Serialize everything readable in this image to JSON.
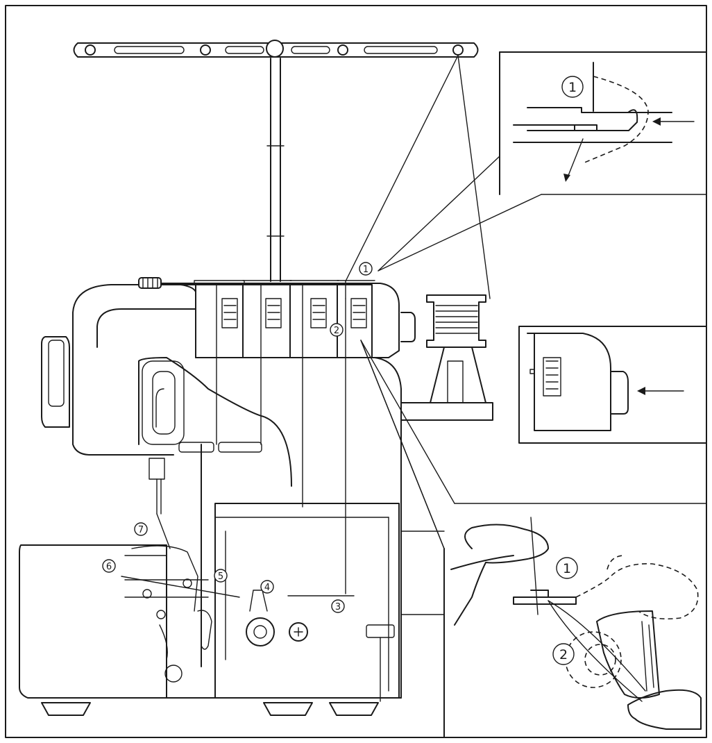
{
  "markers": {
    "m1": "1",
    "m2": "2",
    "m3": "3",
    "m4": "4",
    "m5": "5",
    "m6": "6",
    "m7": "7",
    "detail_top_1": "1",
    "detail_bottom_1": "1",
    "detail_bottom_2": "2"
  },
  "icons": [
    "arrow-icon"
  ]
}
